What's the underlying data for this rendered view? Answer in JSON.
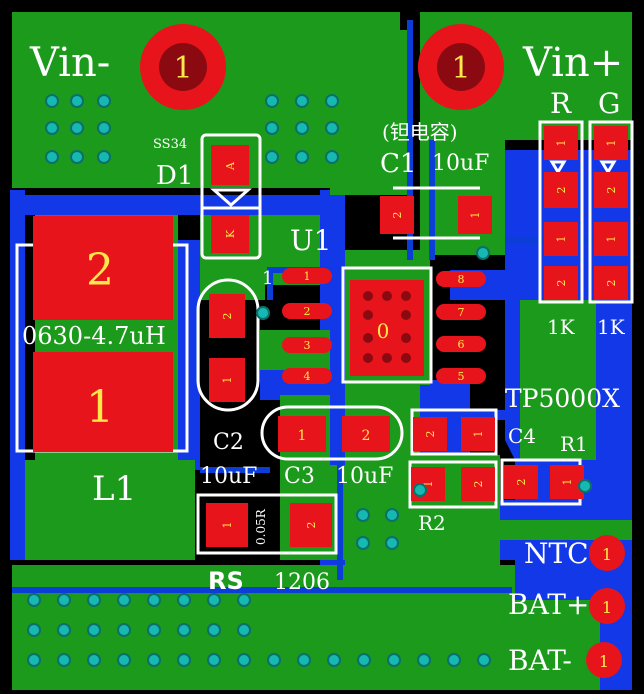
{
  "board": {
    "colors": {
      "background": "#000000",
      "copper": "#1b9a1b",
      "copper_dark": "#0f6e12",
      "bottom_copper": "#1238e8",
      "pad": "#e8141c",
      "pad_text": "#ffe84a",
      "silk": "#ffffff",
      "via": "#16b9b2",
      "trace": "#0b3ed6"
    }
  },
  "labels": {
    "vin_minus": "Vin-",
    "vin_plus": "Vin+",
    "r_led": "R",
    "g_led": "G",
    "d1_part": "SS34",
    "d1": "D1",
    "c1_note": "(钽电容)",
    "c1": "C1",
    "c1_value": "10uF",
    "u1": "U1",
    "pin1": "1",
    "inductor_value": "0630-4.7uH",
    "l1": "L1",
    "c2": "C2",
    "c2_value": "10uF",
    "c3": "C3",
    "c3_value": "10uF",
    "c4": "C4",
    "r1": "R1",
    "r2": "R2",
    "res_r": "1K",
    "res_g": "1K",
    "ic": "TP5000X",
    "rs": "RS",
    "rs_value": "0.05R",
    "rs_pkg": "1206",
    "ntc": "NTC",
    "bat_plus": "BAT+",
    "bat_minus": "BAT-"
  },
  "pads": {
    "one": "1",
    "two": "2",
    "anode": "A",
    "cathode": "K",
    "ic_pins_left": [
      "1",
      "2",
      "3",
      "4"
    ],
    "ic_pins_right": [
      "8",
      "7",
      "6",
      "5"
    ],
    "ic_center": "0"
  }
}
